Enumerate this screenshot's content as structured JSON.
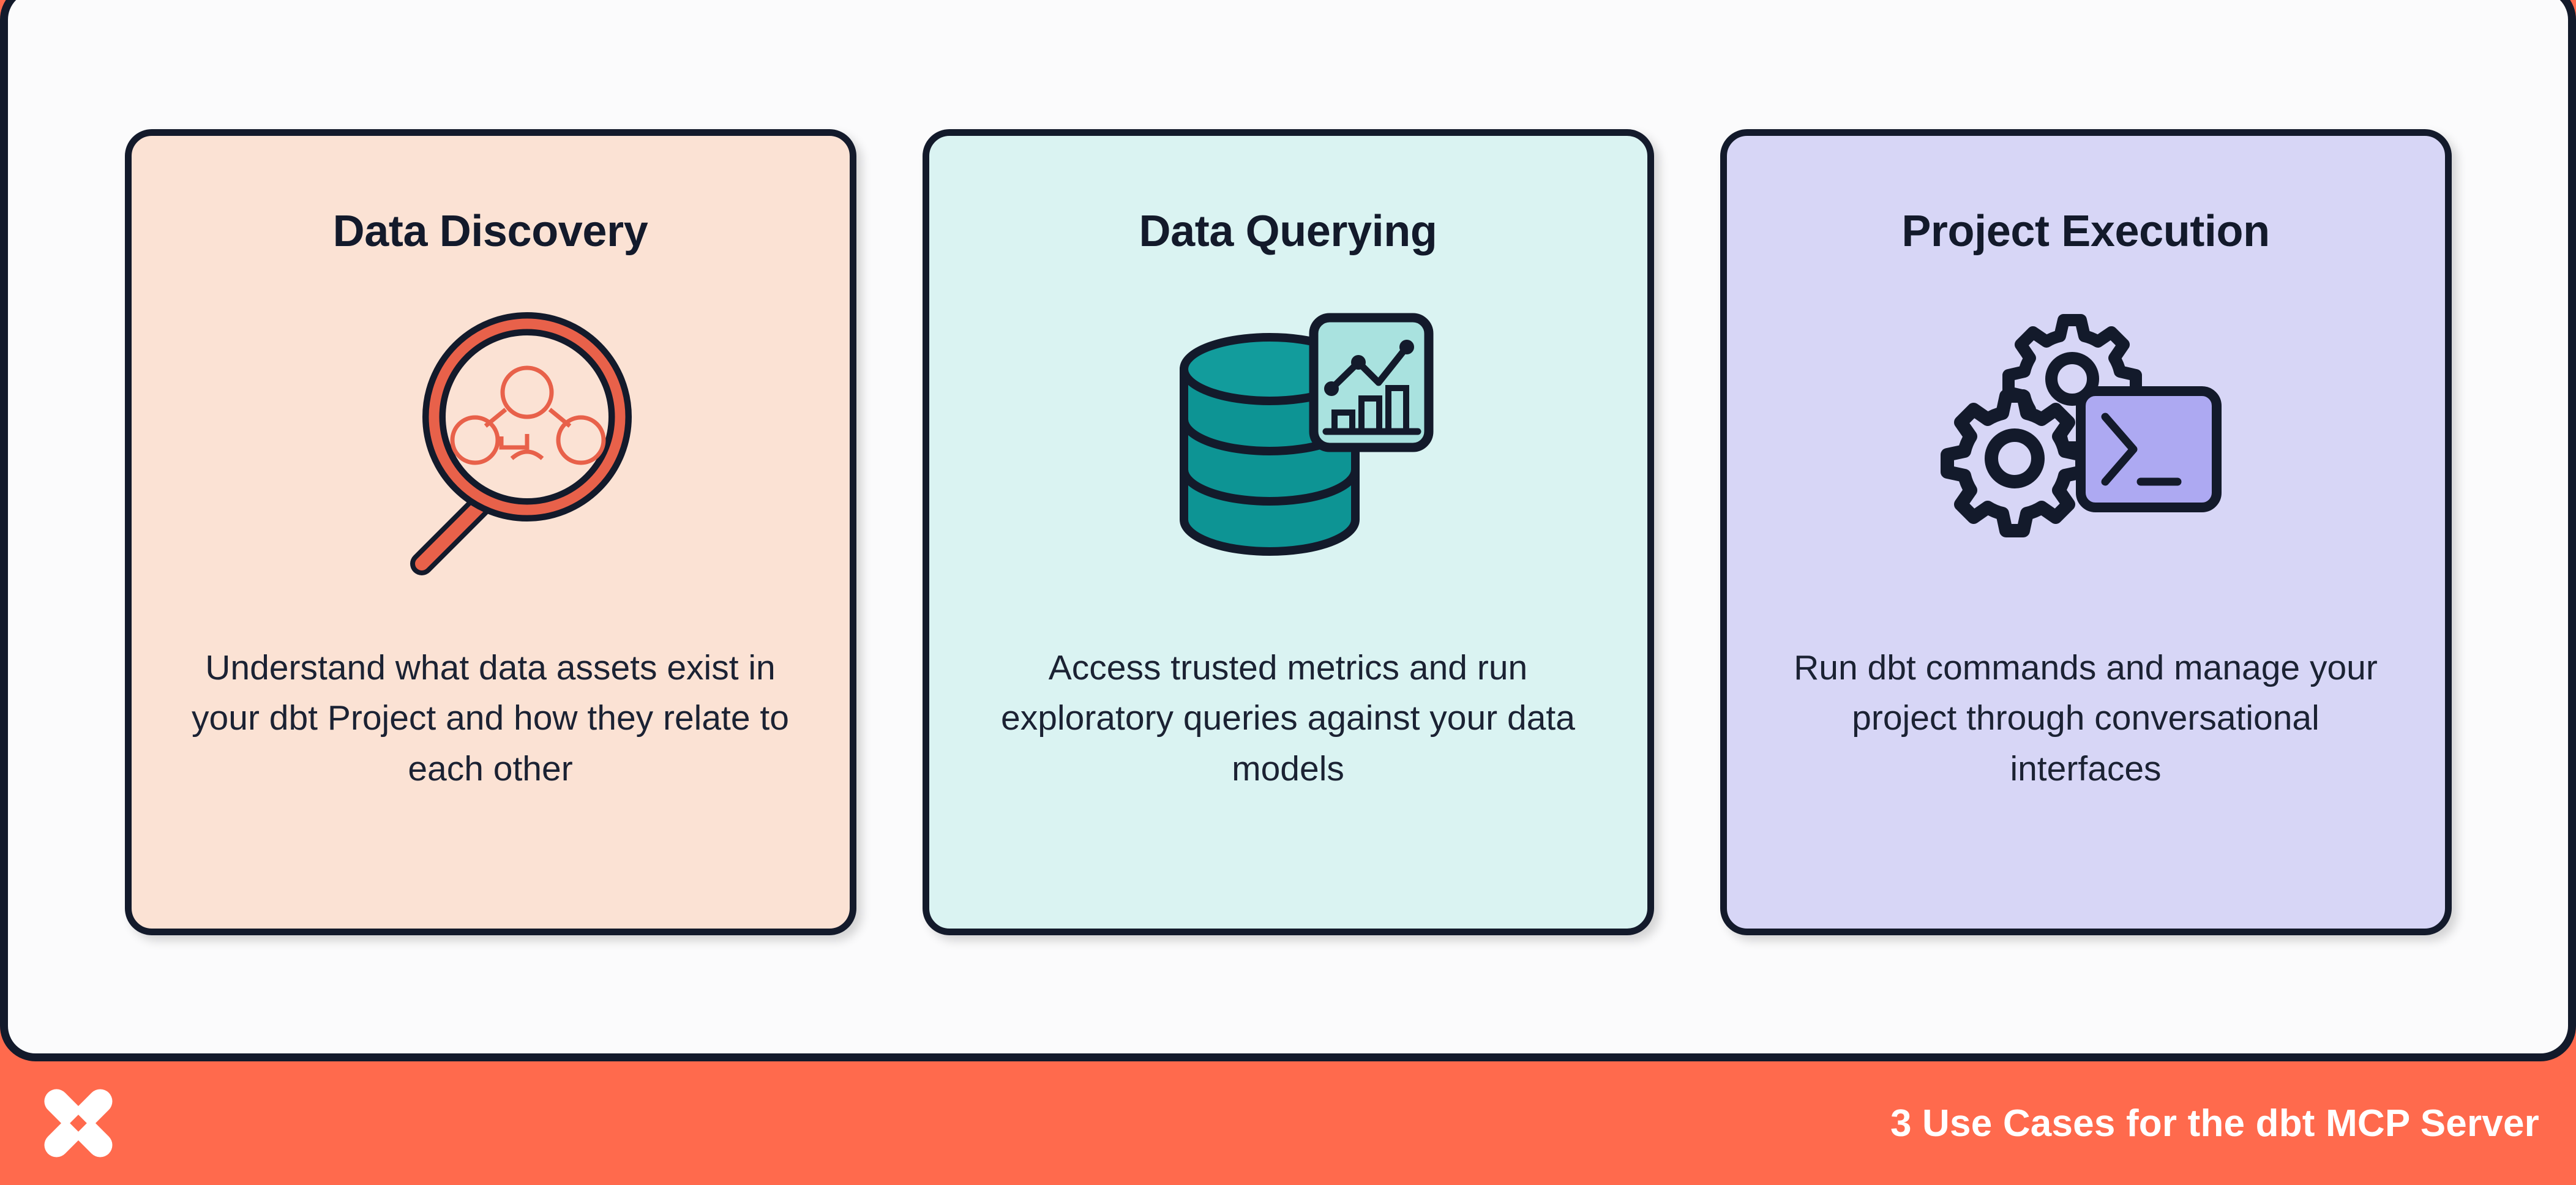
{
  "footer": {
    "caption": "3 Use Cases for the dbt MCP Server",
    "logo_icon": "dbt-logo-icon",
    "background_color": "#FF6A4D",
    "text_color": "#FFFFFF"
  },
  "panel": {
    "background_color": "#FBFBFC",
    "border_color": "#131A2B"
  },
  "cards": [
    {
      "title": "Data Discovery",
      "body": "Understand what data assets exist in your dbt Project and how they relate to each other",
      "icon": "magnifier-network-icon",
      "background_color": "#FBE2D4",
      "accent_color": "#E8614A",
      "border_color": "#131A2B"
    },
    {
      "title": "Data Querying",
      "body": "Access trusted metrics and run exploratory queries against your data models",
      "icon": "database-chart-icon",
      "background_color": "#DAF3F2",
      "accent_color": "#0D9494",
      "border_color": "#131A2B"
    },
    {
      "title": "Project Execution",
      "body": "Run dbt commands and manage your project through conversational interfaces",
      "icon": "gears-terminal-icon",
      "background_color": "#D7D6F6",
      "accent_color": "#ADA9F2",
      "border_color": "#131A2B"
    }
  ]
}
